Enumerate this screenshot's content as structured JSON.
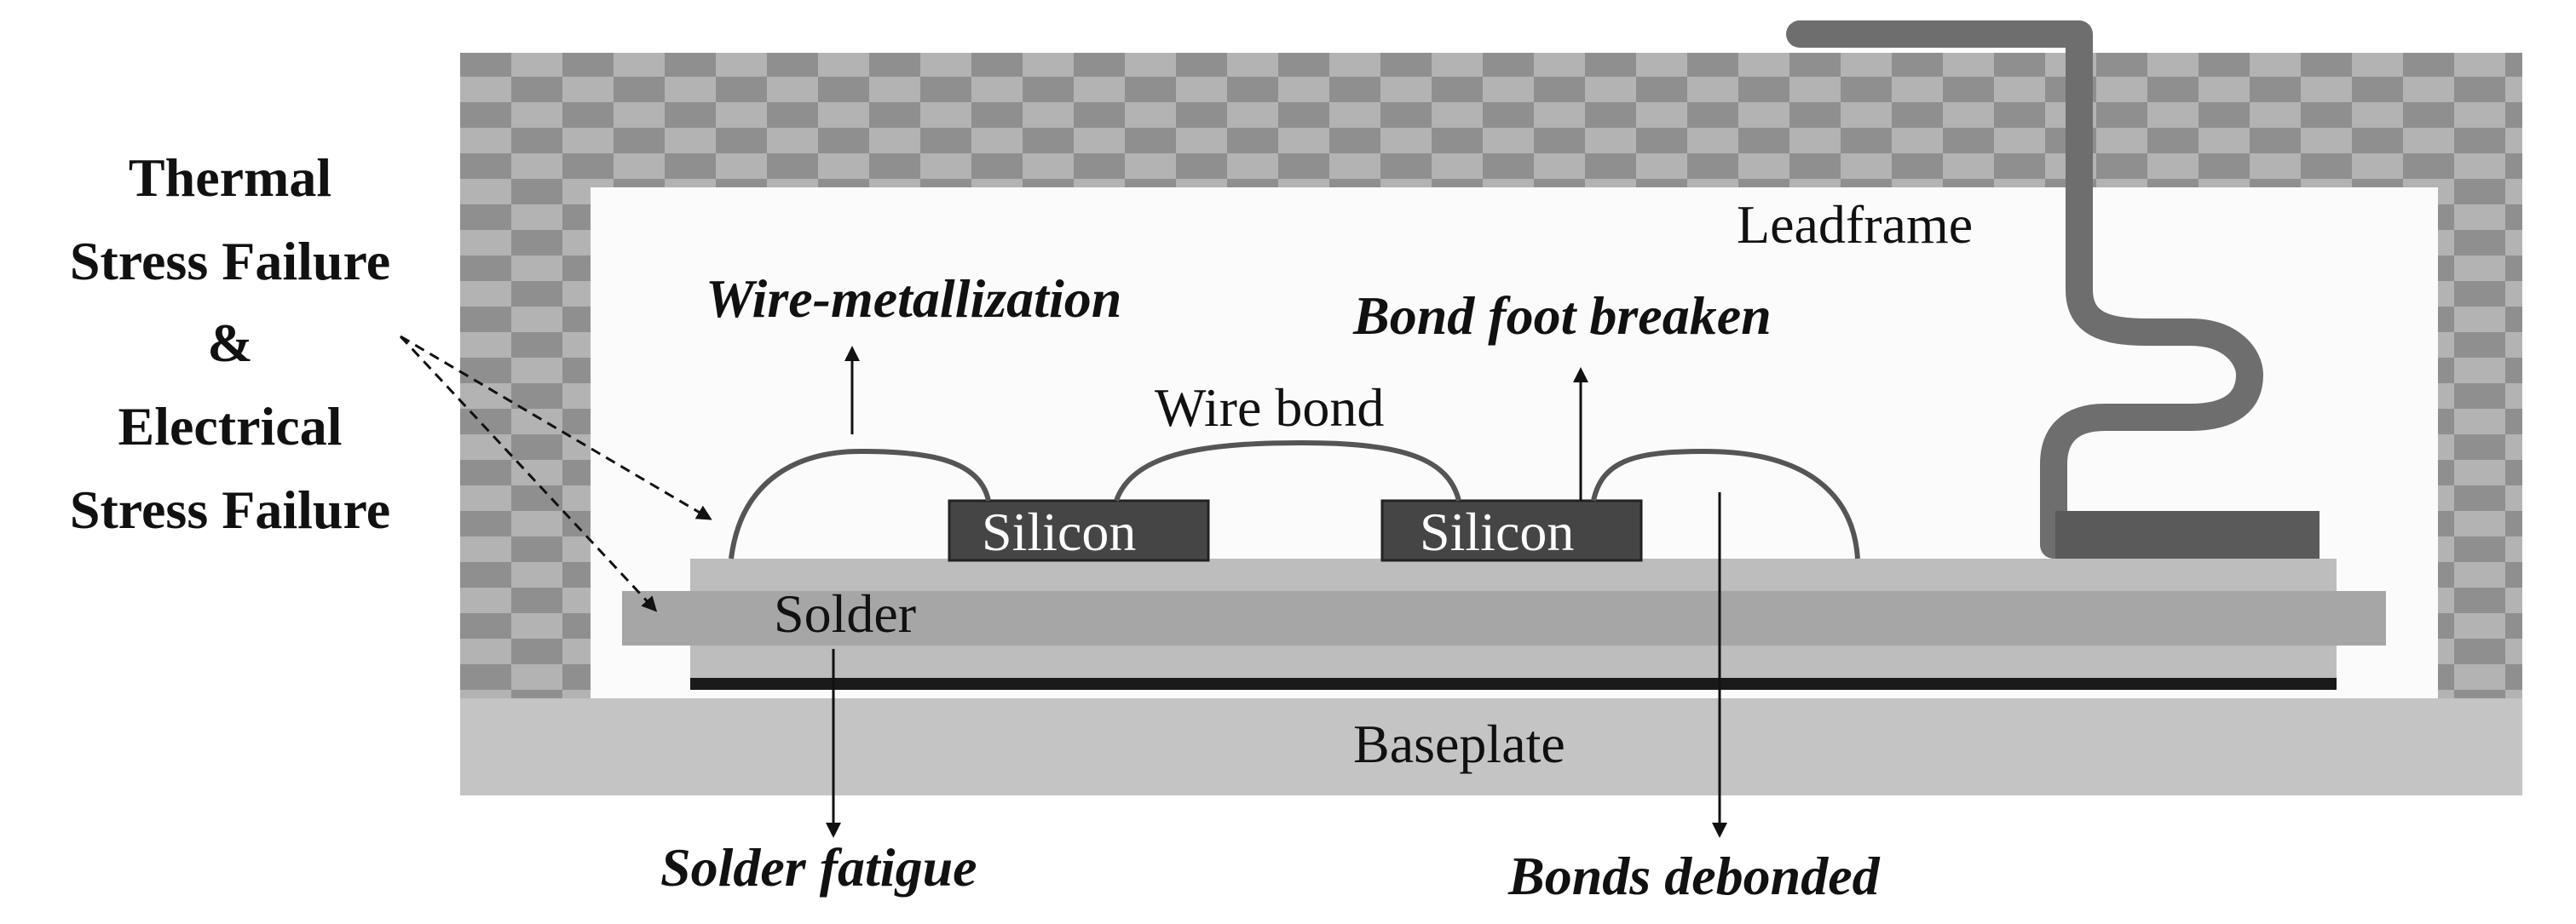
{
  "diagram": {
    "left_title_lines": [
      "Thermal",
      "Stress Failure",
      "&",
      "Electrical",
      "Stress Failure"
    ],
    "components": {
      "leadframe": "Leadframe",
      "wire_bond": "Wire bond",
      "silicon_left": "Silicon",
      "silicon_right": "Silicon",
      "solder": "Solder",
      "baseplate": "Baseplate"
    },
    "failure_modes": {
      "wire_metallization": "Wire-metallization",
      "bond_foot": "Bond foot breaken",
      "solder_fatigue": "Solder fatigue",
      "bonds_debonded": "Bonds debonded"
    },
    "colors": {
      "mold_compound": "#8f8f8f",
      "mold_checker": "#b3b3b3",
      "cavity": "#fbfbfb",
      "substrate_light": "#bdbdbd",
      "substrate_mid": "#a6a6a6",
      "baseplate": "#c4c4c4",
      "die": "#454545",
      "wire": "#555555",
      "ink": "#111111"
    }
  }
}
